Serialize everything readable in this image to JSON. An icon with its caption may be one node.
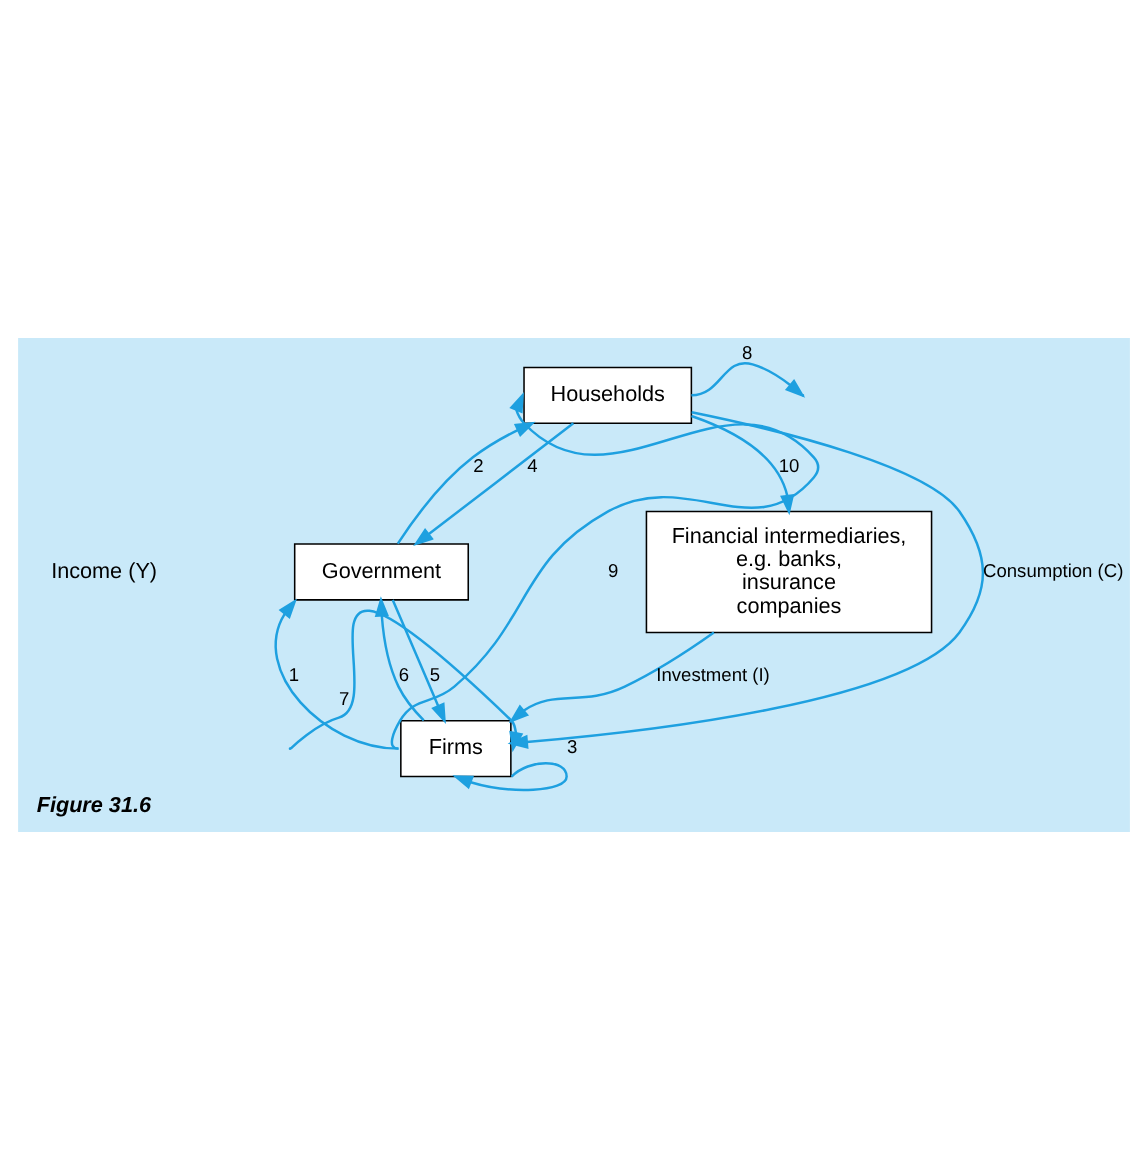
{
  "diagram": {
    "caption": "Figure 31.6",
    "nodes": [
      {
        "text": [
          "Households"
        ]
      },
      {
        "text": [
          "Government"
        ]
      },
      {
        "text": [
          "Financial intermediaries, e.g. banks, insurance companies"
        ]
      },
      {
        "text": [
          "Firms"
        ]
      }
    ],
    "edges": [
      {
        "from": 3,
        "to": 0,
        "arrow": "to",
        "label": "9"
      },
      {
        "from": 3,
        "to": 1,
        "arrow": "to",
        "label": "1"
      },
      {
        "from": 1,
        "to": 0,
        "arrow": "to",
        "label": "2"
      },
      {
        "from": 0,
        "to": null,
        "arrow": "to",
        "label": "8"
      },
      {
        "from": 0,
        "to": 2,
        "arrow": "to",
        "label": "10"
      },
      {
        "from": 0,
        "to": 3,
        "arrow": "to",
        "label": "Consumption (C)"
      },
      {
        "from": 0,
        "to": 1,
        "arrow": "to",
        "label": "4"
      },
      {
        "from": 1,
        "to": 3,
        "arrow": "to",
        "label": "5"
      },
      {
        "from": 3,
        "to": 1,
        "arrow": "to",
        "label": "6"
      },
      {
        "from": 2,
        "to": 3,
        "arrow": "to",
        "label": "Investment (I)"
      },
      {
        "from": null,
        "to": 3,
        "arrow": "to",
        "label": "7"
      },
      {
        "from": 3,
        "to": 3,
        "arrow": "to",
        "label": "3"
      }
    ],
    "labels": [
      "Income (Y)"
    ]
  }
}
